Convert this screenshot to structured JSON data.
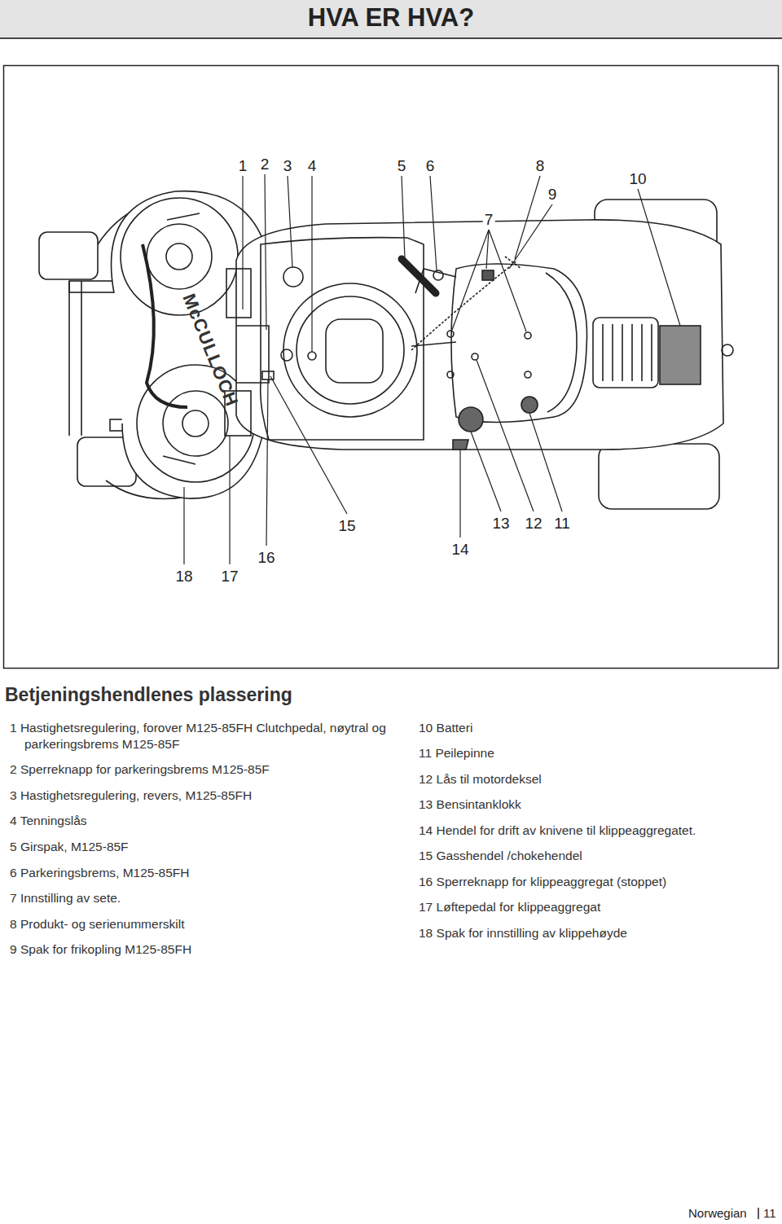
{
  "diagram": {
    "title": "HVA ER HVA?",
    "labels": [
      "1",
      "2",
      "3",
      "4",
      "5",
      "6",
      "7",
      "8",
      "9",
      "10",
      "11",
      "12",
      "13",
      "14",
      "15",
      "16",
      "17",
      "18",
      "Betjeningshendlenes plassering",
      "1 Hastighetsregulering, forover M125-85FH Clutchpedal, nøytral og parkeringsbrems M125-85F",
      "2 Sperreknapp for parkeringsbrems M125-85F",
      "3 Hastighetsregulering, revers, M125-85FH",
      "4 Tenningslås",
      "5 Girspak, M125-85F",
      "6 Parkeringsbrems, M125-85FH",
      "7 Innstilling av sete.",
      "8 Produkt- og serienummerskilt",
      "9 Spak for frikopling M125-85FH",
      "10 Batteri",
      "11 Peilepinne",
      "12 Lås til motordeksel",
      "13 Bensintanklokk",
      "14 Hendel for drift av knivene til klippeaggregatet.",
      "15 Gasshendel /chokehendel",
      "16 Sperreknapp for klippeaggregat (stoppet)",
      "17 Løftepedal for klippeaggregat",
      "18 Spak for innstilling av klippehøyde",
      "Norwegian",
      "11",
      "McCULLOCH"
    ]
  }
}
